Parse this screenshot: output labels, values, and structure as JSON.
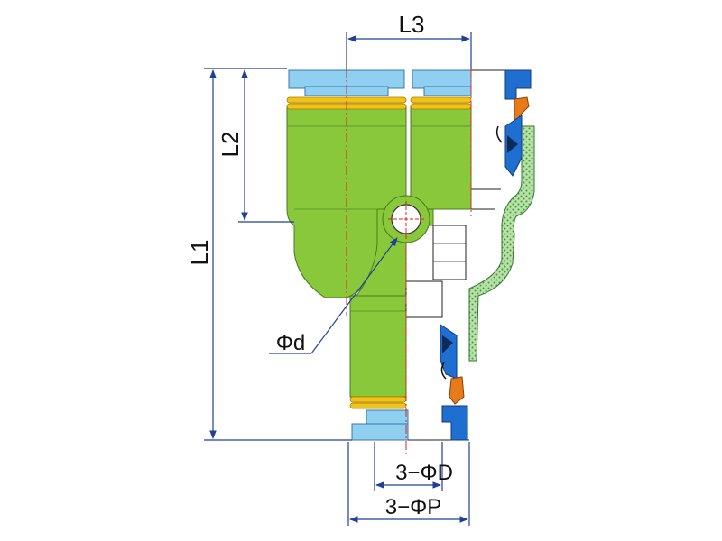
{
  "labels": {
    "l3": "L3",
    "l2": "L2",
    "l1": "L1",
    "phi_d": "Φd",
    "three_phi_D": "3−ΦD",
    "three_phi_P": "3−ΦP"
  },
  "colors": {
    "body_green": "#88c83a",
    "body_green_dark": "#6aa52a",
    "cap_blue": "#8fcff0",
    "ring_yellow": "#f2c21a",
    "dim_blue": "#1f3f9a",
    "center_red": "#e02020",
    "section_green": "#4caf50",
    "seal_blue": "#1e6fd0",
    "claw_orange": "#e77a1a"
  }
}
